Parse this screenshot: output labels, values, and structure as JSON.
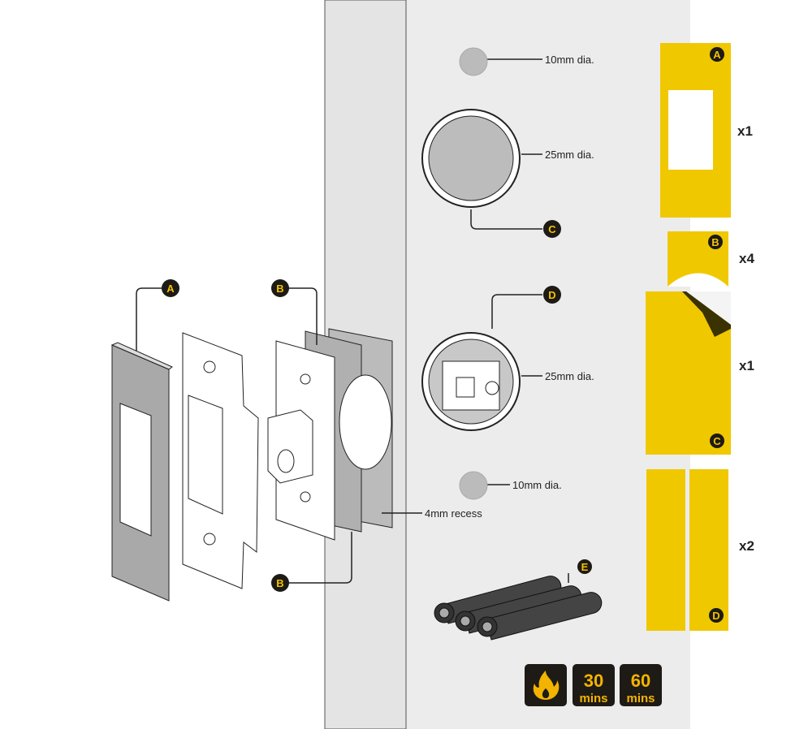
{
  "callouts": {
    "A": "A",
    "B": "B",
    "C": "C",
    "D": "D",
    "E": "E"
  },
  "dimensions": {
    "small_disc_top": "10mm dia.",
    "large_disc": "25mm dia.",
    "latch_disc": "25mm dia.",
    "small_disc_bottom": "10mm dia.",
    "recess": "4mm recess"
  },
  "quantities": {
    "A": "x1",
    "B": "x4",
    "C": "x1",
    "D": "x2"
  },
  "fire_rating": {
    "icon": "flame-icon",
    "ratings": [
      {
        "value": "30",
        "unit": "mins"
      },
      {
        "value": "60",
        "unit": "mins"
      }
    ]
  },
  "colors": {
    "yellow": "#f0c800",
    "badge": "#1e1a16",
    "door": "#ececec"
  }
}
